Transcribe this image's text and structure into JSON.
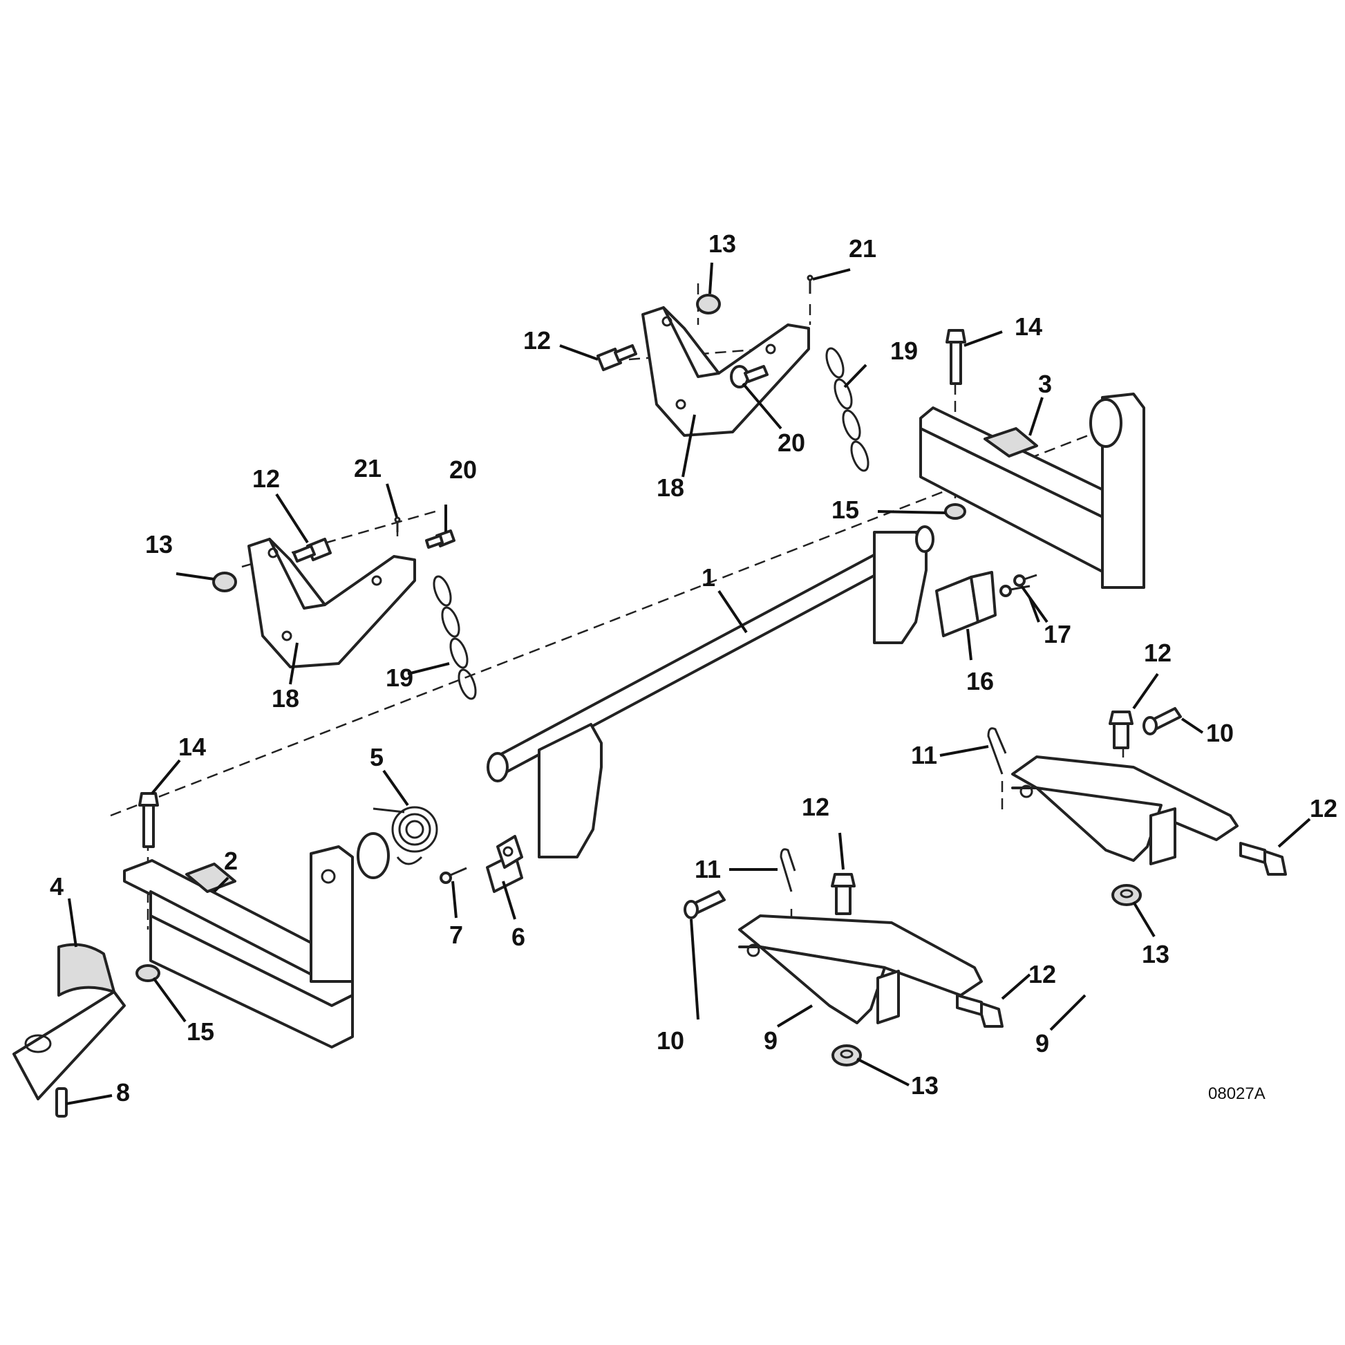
{
  "figure_ref": "08027A",
  "callouts": {
    "c1": "1",
    "c2": "2",
    "c3": "3",
    "c4": "4",
    "c5": "5",
    "c6": "6",
    "c7": "7",
    "c8": "8",
    "c9a": "9",
    "c9b": "9",
    "c10a": "10",
    "c10b": "10",
    "c11a": "11",
    "c11b": "11",
    "c12a": "12",
    "c12b": "12",
    "c12c": "12",
    "c12d": "12",
    "c12e": "12",
    "c12f": "12",
    "c13a": "13",
    "c13b": "13",
    "c13c": "13",
    "c13d": "13",
    "c14a": "14",
    "c14b": "14",
    "c15a": "15",
    "c15b": "15",
    "c16": "16",
    "c17": "17",
    "c18a": "18",
    "c18b": "18",
    "c19a": "19",
    "c19b": "19",
    "c20a": "20",
    "c20b": "20",
    "c21a": "21",
    "c21b": "21"
  }
}
